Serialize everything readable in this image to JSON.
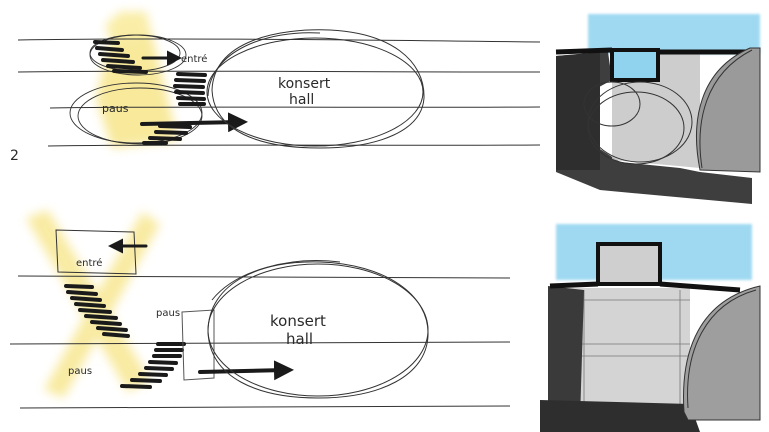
{
  "top_sketch": {
    "number": "2",
    "hall_line1": "konsert",
    "hall_line2": "hall",
    "label_entry": "entré",
    "label_pause": "paus"
  },
  "bottom_sketch": {
    "hall_line1": "konsert",
    "hall_line2": "hall",
    "label_entry": "entré",
    "label_pause_upper": "paus",
    "label_pause_lower": "paus"
  },
  "colors": {
    "paper": "#ffffff",
    "ink": "#2a2a2a",
    "marker_dark": "#1a1a1a",
    "highlight_yellow": "#f6e27a",
    "sky_blue": "#8fd3ef",
    "shadow_grey": "#4a4a4a",
    "wall_grey": "#bdbdbd"
  }
}
